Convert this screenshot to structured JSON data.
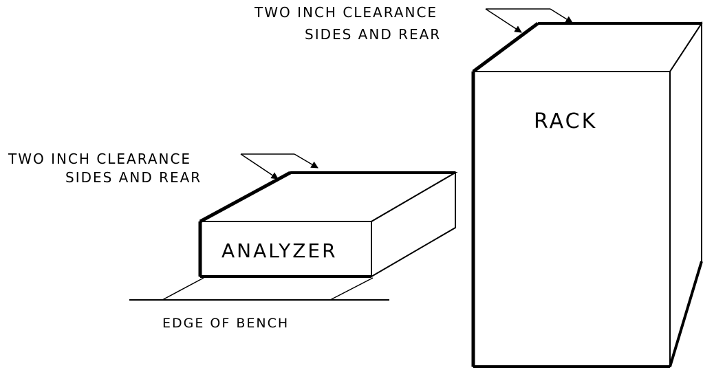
{
  "labels": {
    "rack_clearance_line1": "TWO INCH CLEARANCE",
    "rack_clearance_line2": "SIDES AND REAR",
    "analyzer_clearance_line1": "TWO INCH CLEARANCE",
    "analyzer_clearance_line2": "SIDES AND REAR",
    "rack": "RACK",
    "analyzer": "ANALYZER",
    "edge_of_bench": "EDGE OF BENCH"
  },
  "colors": {
    "line": "#000000",
    "background": "#ffffff"
  }
}
